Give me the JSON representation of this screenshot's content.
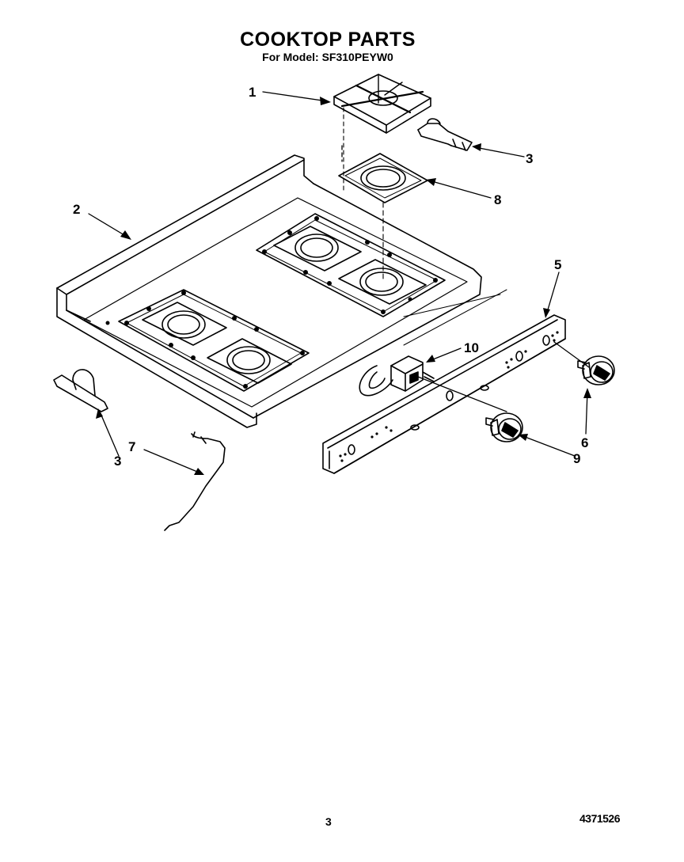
{
  "header": {
    "title": "COOKTOP PARTS",
    "model_line": "For Model: SF310PEYW0"
  },
  "callouts": {
    "grate": "1",
    "cooktop": "2",
    "hinge_right": "3",
    "hinge_left": "3",
    "manifold_panel": "5",
    "knob_right": "6",
    "wire_spring": "7",
    "burner_bowl": "8",
    "knob_center": "9",
    "switch": "10"
  },
  "footer": {
    "page_number": "3",
    "part_code": "4371526"
  }
}
